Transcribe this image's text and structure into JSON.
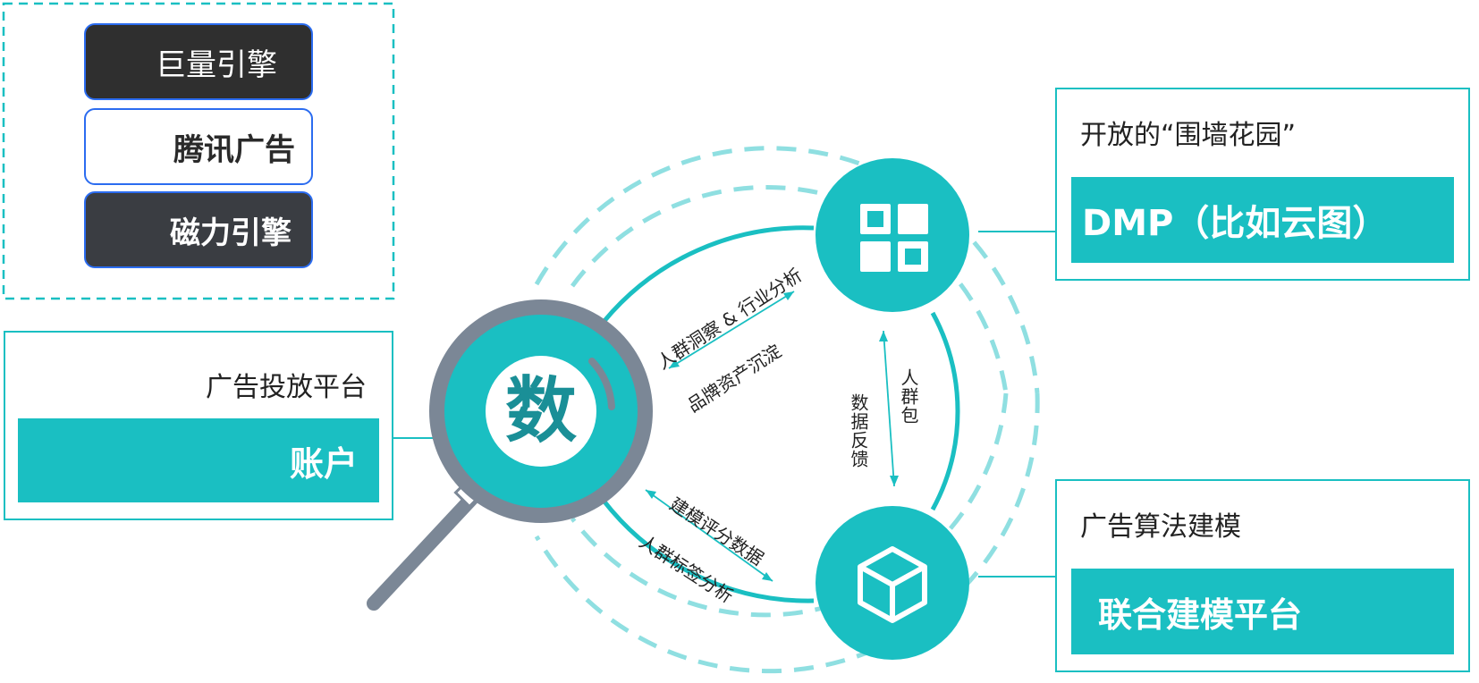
{
  "logos": {
    "juliang": "巨量引擎",
    "tencent": "腾讯广告",
    "cili": "磁力引擎"
  },
  "left_panel": {
    "caption": "广告投放平台",
    "bar": "账户"
  },
  "top_right_panel": {
    "caption": "开放的“围墙花园”",
    "bar": "DMP（比如云图）"
  },
  "bottom_right_panel": {
    "caption": "广告算法建模",
    "bar": "联合建模平台"
  },
  "center": {
    "label": "数"
  },
  "flows": {
    "top_a": "人群洞察 & 行业分析",
    "top_b": "品牌资产沉淀",
    "right_a": "人群包",
    "right_b": "数据反馈",
    "bottom_a": "建模评分数据",
    "bottom_b": "人群标签分析"
  },
  "icons": [
    "grid-icon",
    "cube-icon",
    "magnifier-icon"
  ],
  "colors": {
    "teal": "#1abfc2",
    "light_teal": "#8fdfe1",
    "gray": "#7b8796",
    "dark": "#2f2f2f",
    "blue": "#2b6cf0"
  }
}
